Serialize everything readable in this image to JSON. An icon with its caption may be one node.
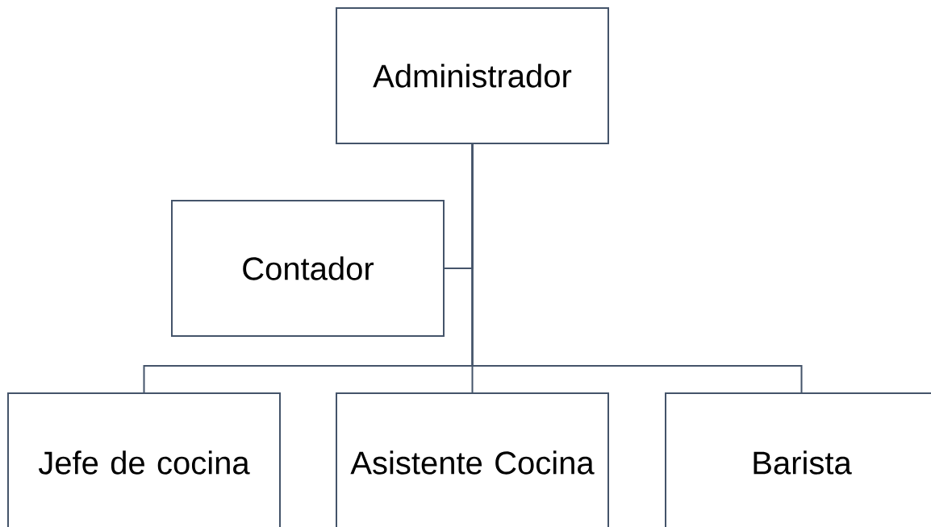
{
  "diagram": {
    "nodes": [
      {
        "text": [
          "Administrador"
        ]
      },
      {
        "text": [
          "Contador"
        ]
      },
      {
        "text": [
          "Jefe de cocina"
        ]
      },
      {
        "text": [
          "Asistente Cocina"
        ]
      },
      {
        "text": [
          "Barista"
        ]
      }
    ],
    "edges": [
      {
        "from": 0,
        "to": 1,
        "arrow": "none"
      },
      {
        "from": 0,
        "to": 2,
        "arrow": "none"
      },
      {
        "from": 0,
        "to": 3,
        "arrow": "none"
      },
      {
        "from": 0,
        "to": 4,
        "arrow": "none"
      }
    ]
  }
}
